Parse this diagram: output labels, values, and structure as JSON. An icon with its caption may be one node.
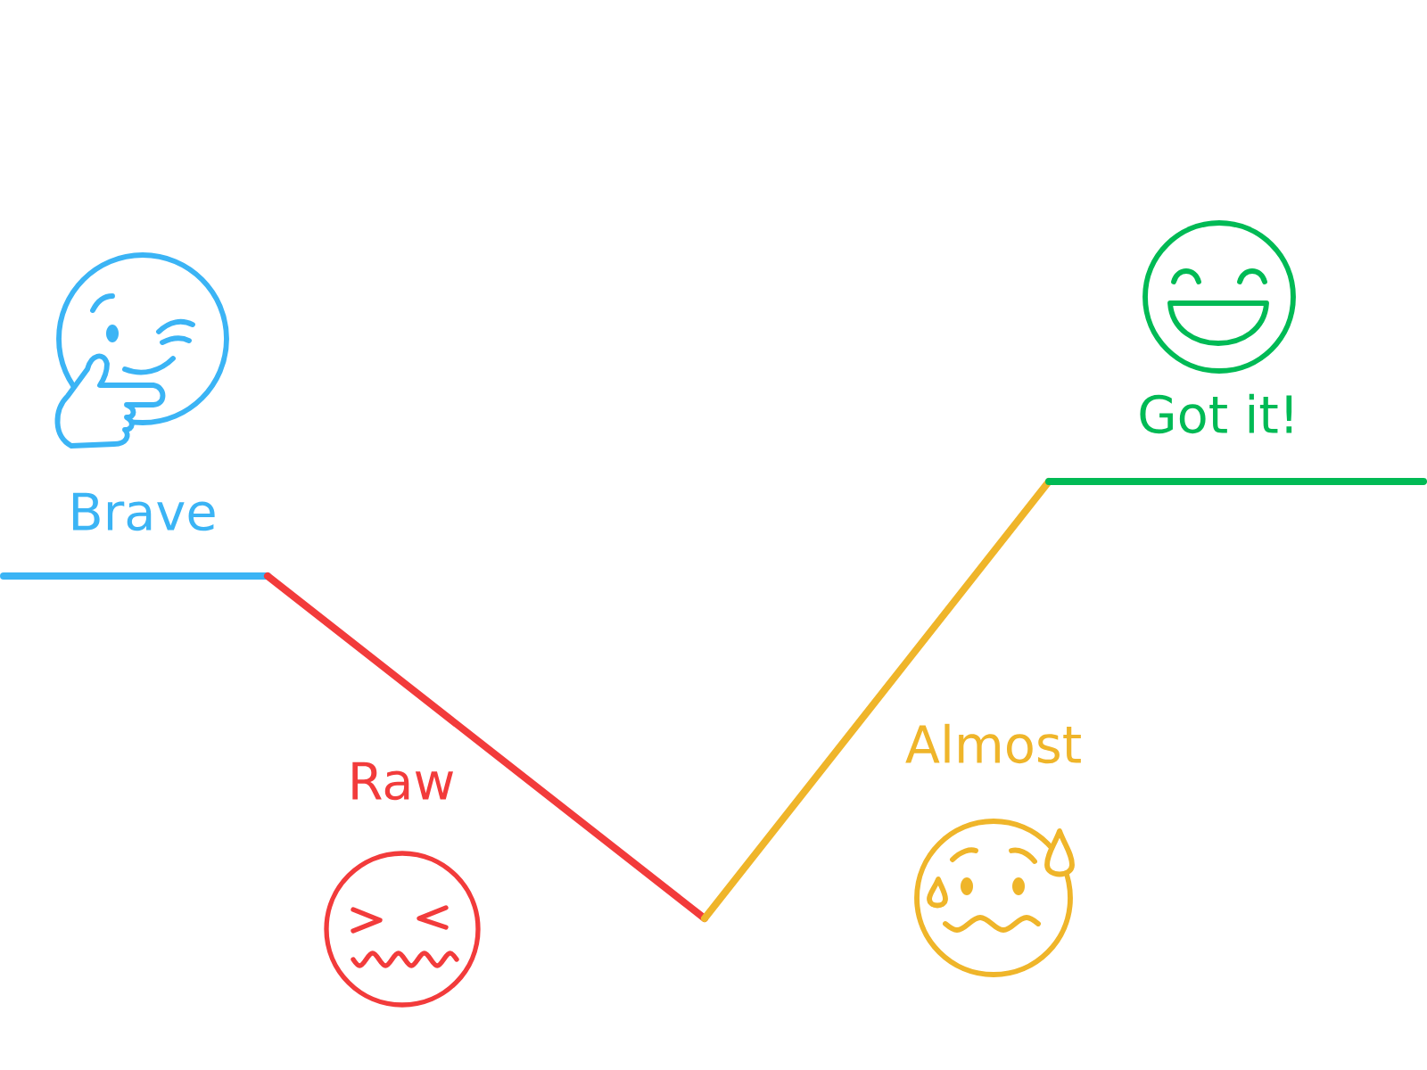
{
  "diagram": {
    "labels": [
      "Brave",
      "Raw",
      "Almost",
      "Got it!"
    ]
  }
}
